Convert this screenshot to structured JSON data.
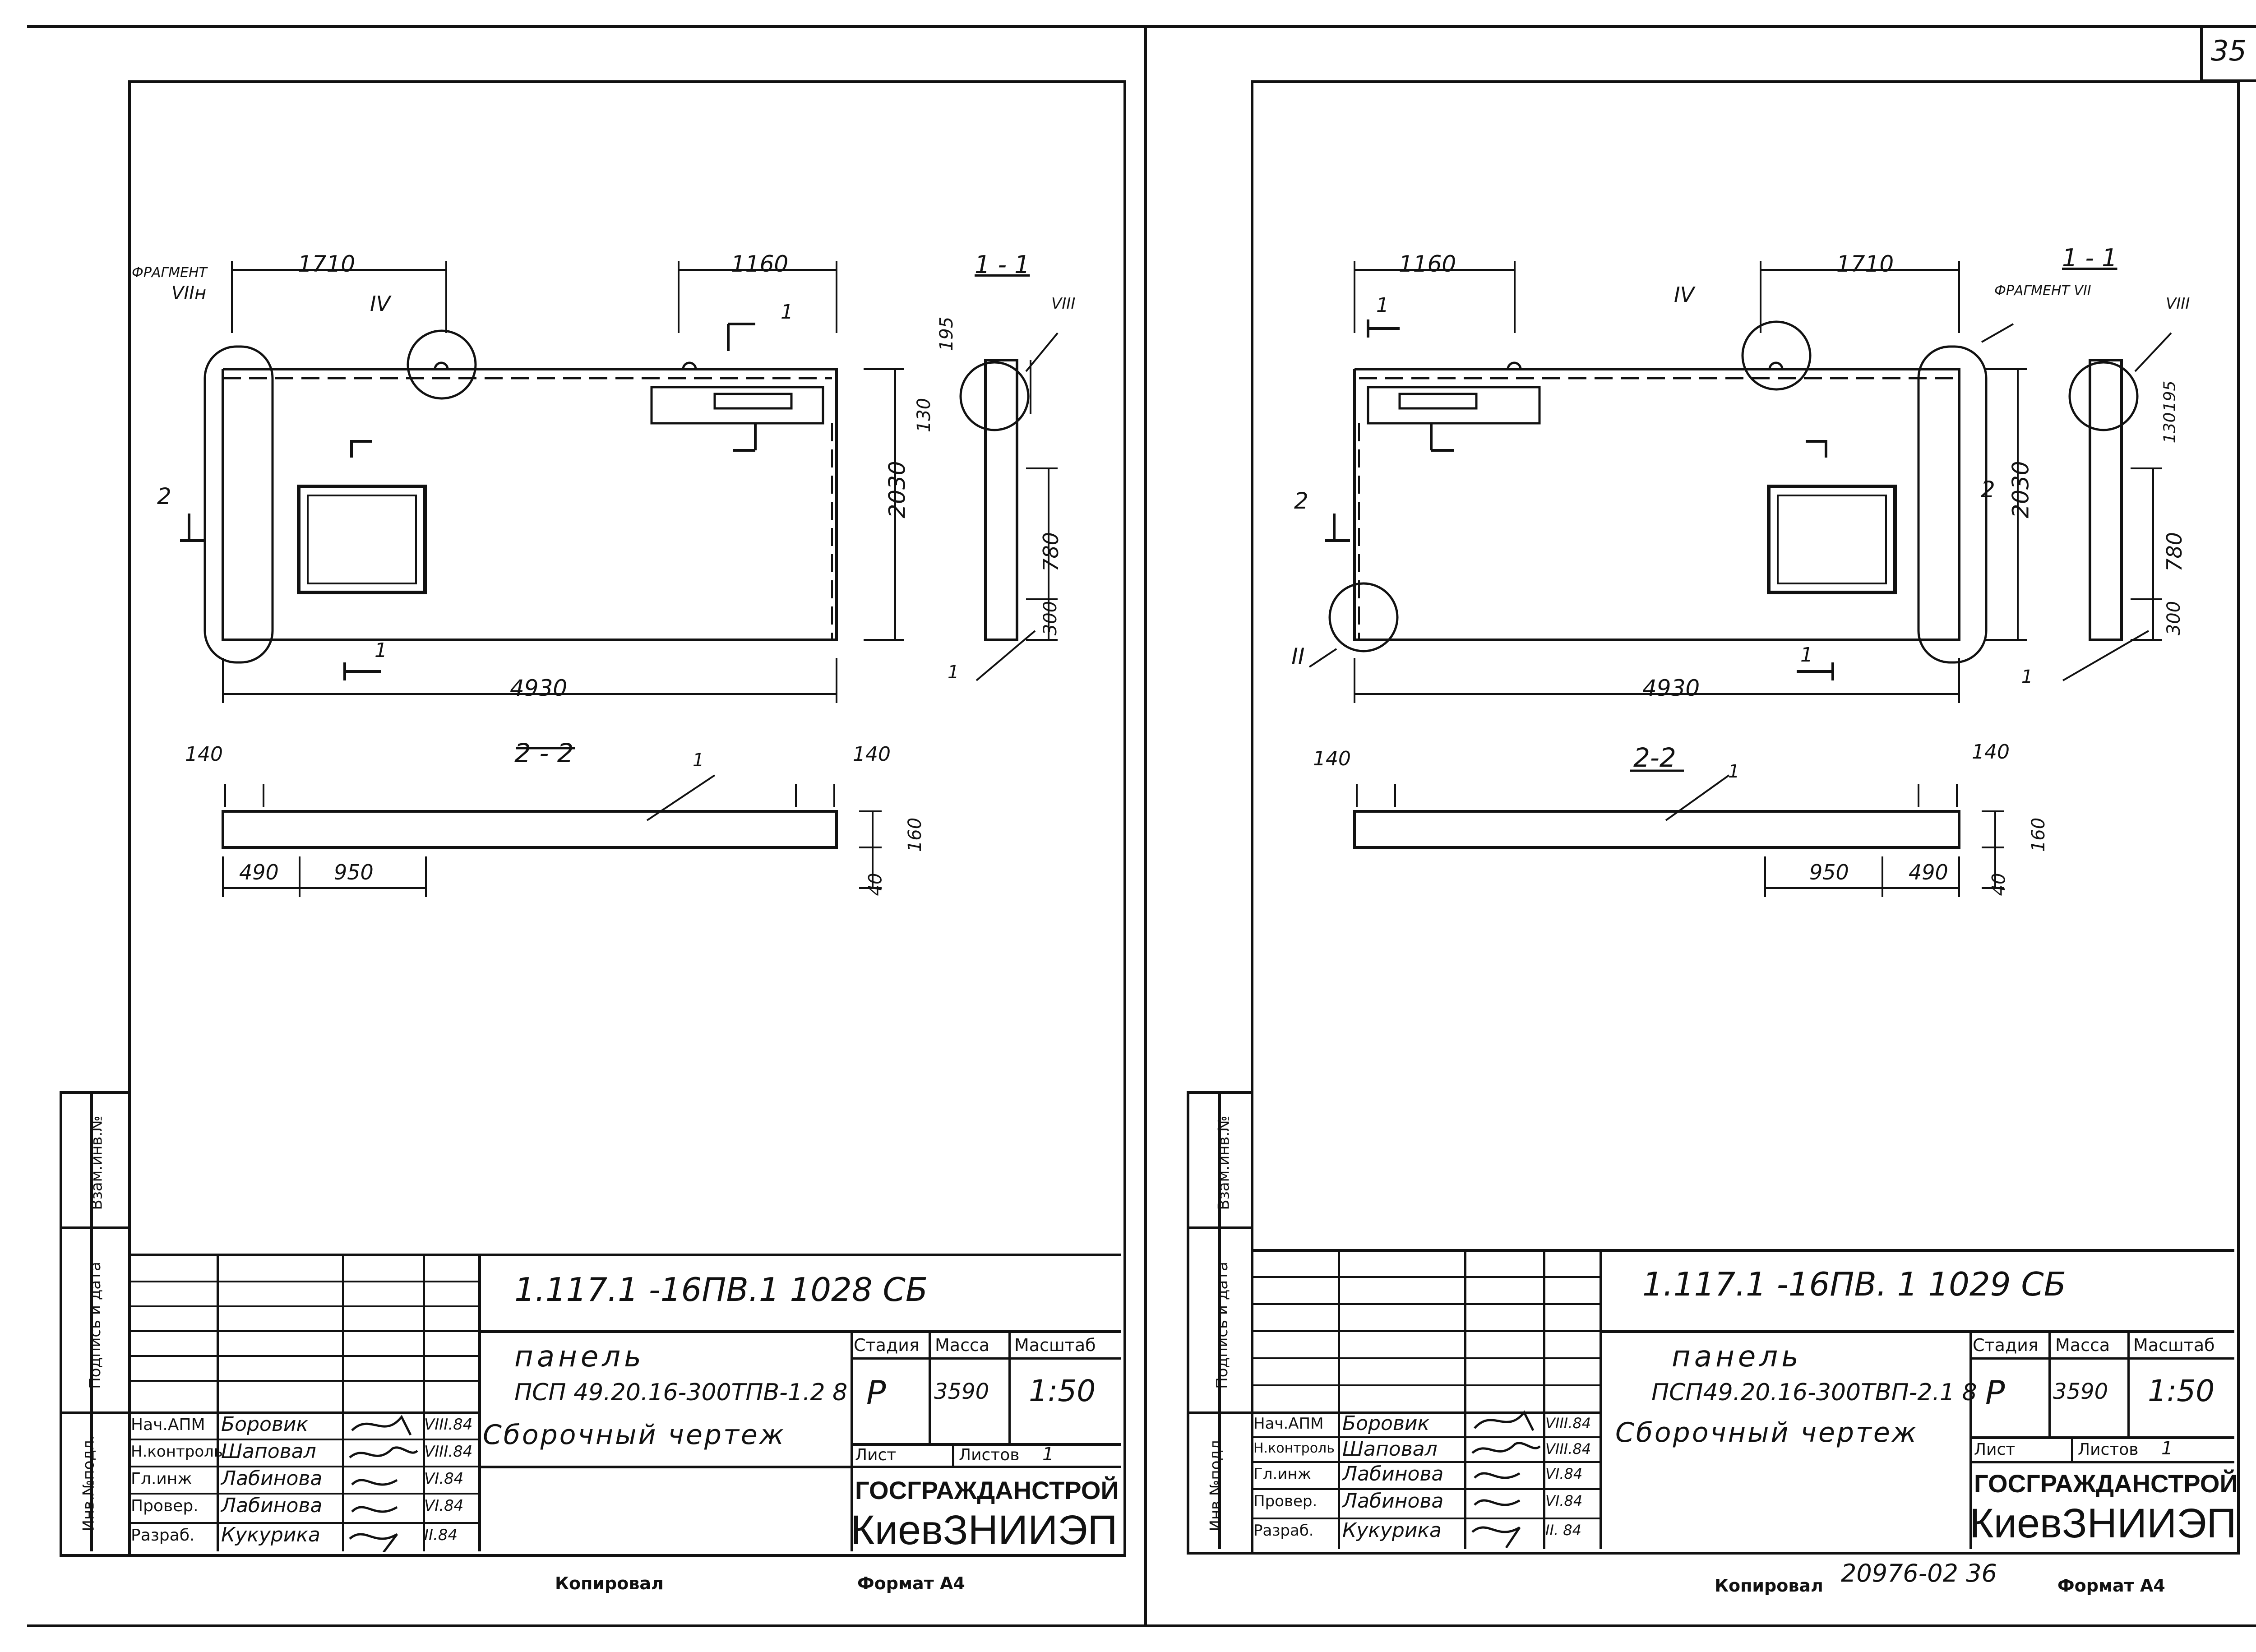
{
  "page_number": "35",
  "sheets": [
    {
      "drawing_code": "1.117.1 -16ПВ.1   1028 СБ",
      "title_line1": "панель",
      "title_line2": "ПСП 49.20.16-300ТПВ-1.2 8",
      "title_line3": "Сборочный чертеж",
      "stage_header": "Стадия",
      "mass_header": "Масса",
      "scale_header": "Масштаб",
      "stage": "Р",
      "mass": "3590",
      "scale": "1:50",
      "sheet_label": "Лист",
      "sheets_label": "Листов",
      "sheets_value": "1",
      "org_line1": "ГОСГРАЖДАНСТРОЙ",
      "org_line2": "КиевЗНИИЭП",
      "signers": [
        {
          "role": "Нач.АПМ",
          "name": "Боровик",
          "date": "VIII.84"
        },
        {
          "role": "Н.контроль",
          "name": "Шаповал",
          "date": "VIII.84"
        },
        {
          "role": "Гл.инж",
          "name": "Лабинова",
          "date": "VI.84"
        },
        {
          "role": "Провер.",
          "name": "Лабинова",
          "date": "VI.84"
        },
        {
          "role": "Разраб.",
          "name": "Кукурика",
          "date": "II.84"
        }
      ],
      "side_labels": [
        "Взам.инв.№",
        "Подпись и дата",
        "Инв.№подл."
      ],
      "copied_label": "Копировал",
      "format_label": "Формат А4",
      "archive_number": "",
      "dims": {
        "top_left": "1710",
        "top_right": "1160",
        "length": "4930",
        "height": "2030",
        "side_780": "780",
        "side_300": "300",
        "side_195": "195",
        "side_130": "130",
        "sec_140_left": "140",
        "sec_140_right": "140",
        "sec_490": "490",
        "sec_950": "950",
        "sec_160": "160",
        "sec_40": "40"
      },
      "labels": {
        "fragment": "ФРАГМЕНТ",
        "fragment_mark": "VIIн",
        "node_iv": "IV",
        "node_viii": "VIII",
        "section_11": "1 - 1",
        "section_22": "2 - 2",
        "cut_1": "1",
        "cut_2": "2",
        "leader_1": "1",
        "node_ii": ""
      }
    },
    {
      "drawing_code": "1.117.1 -16ПВ. 1  1029 СБ",
      "title_line1": "панель",
      "title_line2": "ПСП49.20.16-300ТВП-2.1 8",
      "title_line3": "Сборочный чертеж",
      "stage_header": "Стадия",
      "mass_header": "Масса",
      "scale_header": "Масштаб",
      "stage": "Р",
      "mass": "3590",
      "scale": "1:50",
      "sheet_label": "Лист",
      "sheets_label": "Листов",
      "sheets_value": "1",
      "org_line1": "ГОСГРАЖДАНСТРОЙ",
      "org_line2": "КиевЗНИИЭП",
      "signers": [
        {
          "role": "Нач.АПМ",
          "name": "Боровик",
          "date": "VIII.84"
        },
        {
          "role": "Н.контроль",
          "name": "Шаповал",
          "date": "VIII.84"
        },
        {
          "role": "Гл.инж",
          "name": "Лабинова",
          "date": "VI.84"
        },
        {
          "role": "Провер.",
          "name": "Лабинова",
          "date": "VI.84"
        },
        {
          "role": "Разраб.",
          "name": "Кукурика",
          "date": "II. 84"
        }
      ],
      "side_labels": [
        "Взам.инв.№",
        "Подпись и дата",
        "Инв.№подл."
      ],
      "copied_label": "Копировал",
      "format_label": "Формат А4",
      "archive_number": "20976-02  36",
      "dims": {
        "top_left": "1160",
        "top_right": "1710",
        "length": "4930",
        "height": "2030",
        "side_780": "780",
        "side_300": "300",
        "side_195": "195",
        "side_130": "130",
        "sec_140_left": "140",
        "sec_140_right": "140",
        "sec_490": "490",
        "sec_950": "950",
        "sec_160": "160",
        "sec_40": "40"
      },
      "labels": {
        "fragment": "ФРАГМЕНТ VII",
        "fragment_mark": "",
        "node_iv": "IV",
        "node_viii": "VIII",
        "section_11": "1 - 1",
        "section_22": "2-2",
        "cut_1": "1",
        "cut_2": "2",
        "leader_1": "1",
        "node_ii": "II"
      }
    }
  ]
}
